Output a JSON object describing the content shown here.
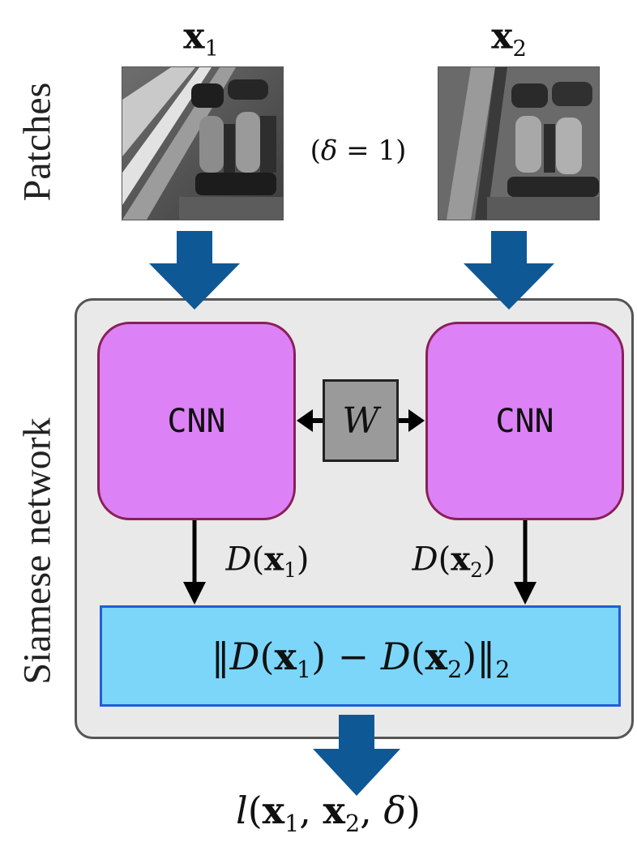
{
  "labels": {
    "patches_side": "Patches",
    "siamese_side": "Siamese network"
  },
  "patch1": {
    "var": "x",
    "sub": "1"
  },
  "patch2": {
    "var": "x",
    "sub": "2"
  },
  "delta_label": {
    "symbol": "δ",
    "rest": "= 1"
  },
  "cnn_left": {
    "label": "CNN"
  },
  "cnn_right": {
    "label": "CNN"
  },
  "weights": {
    "label": "W"
  },
  "descriptor_left": {
    "fn": "D",
    "var": "x",
    "sub": "1"
  },
  "descriptor_right": {
    "fn": "D",
    "var": "x",
    "sub": "2"
  },
  "distance": {
    "fn": "D",
    "var": "x",
    "sub_a": "1",
    "sub_b": "2",
    "minus": "−",
    "norm_sub": "2"
  },
  "loss": {
    "fn": "l",
    "var": "x",
    "sub_a": "1",
    "sub_b": "2",
    "delta": "δ"
  },
  "colors": {
    "arrow_blue": "#0f5896",
    "cnn_fill": "#dc82f6",
    "cnn_border": "#8a1f56",
    "dist_fill": "#7cd6fa",
    "dist_border": "#1f5fd6",
    "container_fill": "#e9e9e9",
    "weight_fill": "#9a9a9a"
  },
  "icons": {
    "patch1": "grayscale-image-patch",
    "patch2": "grayscale-image-patch",
    "arrows": "block-arrow-down"
  }
}
